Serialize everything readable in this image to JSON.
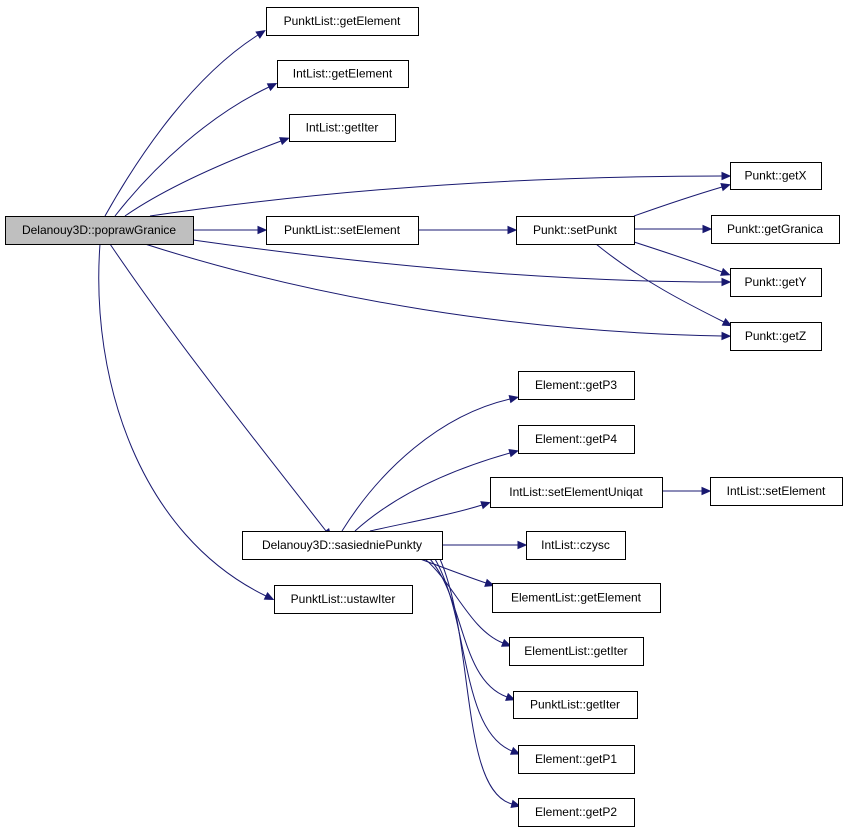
{
  "graph": {
    "type": "call-graph",
    "edge_color": "#191970",
    "root_fill": "#bfbfbf",
    "nodes": [
      {
        "id": "root",
        "label": "Delanouy3D::poprawGranice",
        "root": true
      },
      {
        "id": "pl_getElement",
        "label": "PunktList::getElement"
      },
      {
        "id": "il_getElement",
        "label": "IntList::getElement"
      },
      {
        "id": "il_getIter",
        "label": "IntList::getIter"
      },
      {
        "id": "pl_setElement",
        "label": "PunktList::setElement"
      },
      {
        "id": "p_setPunkt",
        "label": "Punkt::setPunkt"
      },
      {
        "id": "p_getX",
        "label": "Punkt::getX"
      },
      {
        "id": "p_getGranica",
        "label": "Punkt::getGranica"
      },
      {
        "id": "p_getY",
        "label": "Punkt::getY"
      },
      {
        "id": "p_getZ",
        "label": "Punkt::getZ"
      },
      {
        "id": "e_getP3",
        "label": "Element::getP3"
      },
      {
        "id": "e_getP4",
        "label": "Element::getP4"
      },
      {
        "id": "il_setElementUniqat",
        "label": "IntList::setElementUniqat"
      },
      {
        "id": "il_setElement",
        "label": "IntList::setElement"
      },
      {
        "id": "d_sasiedniePunkty",
        "label": "Delanouy3D::sasiedniePunkty"
      },
      {
        "id": "il_czysc",
        "label": "IntList::czysc"
      },
      {
        "id": "el_getElement",
        "label": "ElementList::getElement"
      },
      {
        "id": "pl_ustawIter",
        "label": "PunktList::ustawIter"
      },
      {
        "id": "el_getIter",
        "label": "ElementList::getIter"
      },
      {
        "id": "pl_getIter",
        "label": "PunktList::getIter"
      },
      {
        "id": "e_getP1",
        "label": "Element::getP1"
      },
      {
        "id": "e_getP2",
        "label": "Element::getP2"
      }
    ],
    "edges": [
      [
        "root",
        "pl_getElement"
      ],
      [
        "root",
        "il_getElement"
      ],
      [
        "root",
        "il_getIter"
      ],
      [
        "root",
        "p_getX"
      ],
      [
        "root",
        "pl_setElement"
      ],
      [
        "root",
        "p_getY"
      ],
      [
        "root",
        "p_getZ"
      ],
      [
        "root",
        "d_sasiedniePunkty"
      ],
      [
        "root",
        "pl_ustawIter"
      ],
      [
        "pl_setElement",
        "p_setPunkt"
      ],
      [
        "p_setPunkt",
        "p_getX"
      ],
      [
        "p_setPunkt",
        "p_getGranica"
      ],
      [
        "p_setPunkt",
        "p_getY"
      ],
      [
        "p_setPunkt",
        "p_getZ"
      ],
      [
        "d_sasiedniePunkty",
        "e_getP3"
      ],
      [
        "d_sasiedniePunkty",
        "e_getP4"
      ],
      [
        "d_sasiedniePunkty",
        "il_setElementUniqat"
      ],
      [
        "d_sasiedniePunkty",
        "il_czysc"
      ],
      [
        "d_sasiedniePunkty",
        "el_getElement"
      ],
      [
        "d_sasiedniePunkty",
        "el_getIter"
      ],
      [
        "d_sasiedniePunkty",
        "pl_getIter"
      ],
      [
        "d_sasiedniePunkty",
        "e_getP1"
      ],
      [
        "d_sasiedniePunkty",
        "e_getP2"
      ],
      [
        "il_setElementUniqat",
        "il_setElement"
      ]
    ]
  }
}
